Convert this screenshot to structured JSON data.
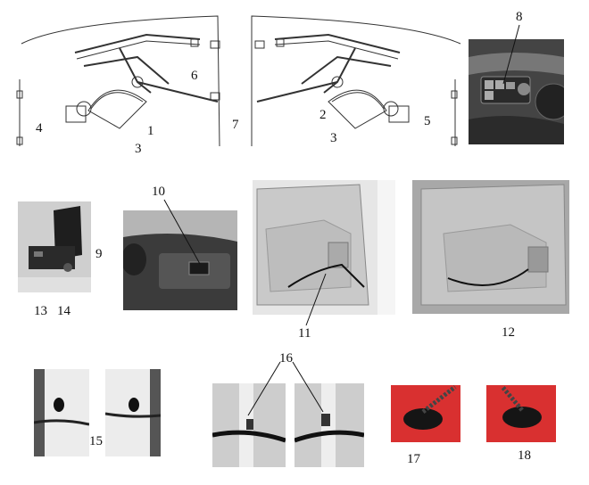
{
  "callouts": {
    "c1": "1",
    "c2": "2",
    "c3a": "3",
    "c3b": "3",
    "c4": "4",
    "c5": "5",
    "c6": "6",
    "c7": "7",
    "c8": "8",
    "c9": "9",
    "c10": "10",
    "c11": "11",
    "c12": "12",
    "c13": "13",
    "c14": "14",
    "c15": "15",
    "c16": "16",
    "c17": "17",
    "c18": "18"
  },
  "colors": {
    "line_art": "#333333",
    "photo_grey": "#bdbdbd",
    "photo_dark": "#2a2a2a",
    "red_panel": "#d93030",
    "door_white": "#e8e8e8"
  }
}
